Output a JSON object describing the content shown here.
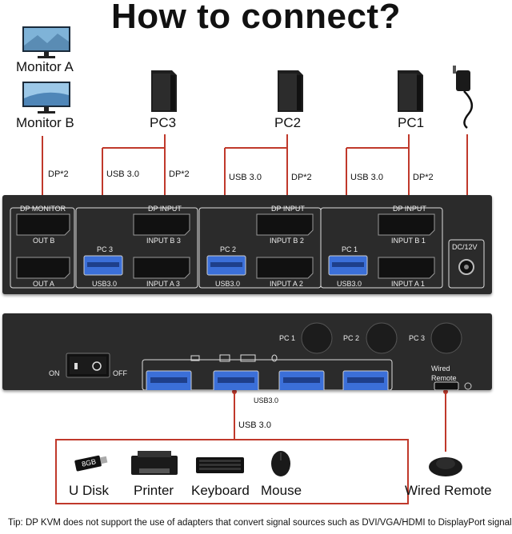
{
  "title": "How to connect?",
  "monitors": [
    {
      "label": "Monitor A"
    },
    {
      "label": "Monitor B"
    }
  ],
  "pcs": [
    {
      "label": "PC3",
      "usb": "USB 3.0",
      "dp": "DP*2"
    },
    {
      "label": "PC2",
      "usb": "USB 3.0",
      "dp": "DP*2"
    },
    {
      "label": "PC1",
      "usb": "USB 3.0",
      "dp": "DP*2"
    }
  ],
  "monitor_cable_label": "DP*2",
  "back_panel": {
    "dp_monitor": "DP MONITOR",
    "out_b": "OUT B",
    "out_a": "OUT A",
    "groups": [
      {
        "pc": "PC 3",
        "usb": "USB3.0",
        "dp_input": "DP INPUT",
        "input_b": "INPUT B 3",
        "input_a": "INPUT A 3"
      },
      {
        "pc": "PC 2",
        "usb": "USB3.0",
        "dp_input": "DP INPUT",
        "input_b": "INPUT B 2",
        "input_a": "INPUT A 2"
      },
      {
        "pc": "PC 1",
        "usb": "USB3.0",
        "dp_input": "DP INPUT",
        "input_b": "INPUT B 1",
        "input_a": "INPUT A 1"
      }
    ],
    "dc": "DC/12V"
  },
  "front_panel": {
    "switch_on": "ON",
    "switch_off": "OFF",
    "usb_label": "USB3.0",
    "buttons": [
      "PC 1",
      "PC 2",
      "PC 3"
    ],
    "wired_remote_line1": "Wired",
    "wired_remote_line2": "Remote"
  },
  "peripheral_cable_label": "USB 3.0",
  "peripherals": [
    "U Disk",
    "Printer",
    "Keyboard",
    "Mouse"
  ],
  "wired_remote_label": "Wired Remote",
  "udisk_text": "8GB",
  "tip": "Tip: DP KVM does not support the use of adapters that convert signal sources such as DVI/VGA/HDMI to DisplayPort signals.",
  "colors": {
    "accent": "#c0392b",
    "device": "#2b2b2b",
    "usb_blue": "#3b6fd8"
  }
}
